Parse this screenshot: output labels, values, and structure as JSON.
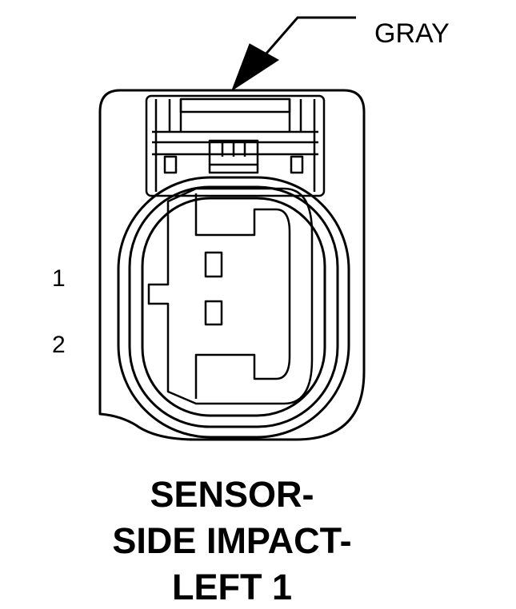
{
  "connector": {
    "color_label": "GRAY",
    "pins": [
      {
        "label": "1"
      },
      {
        "label": "2"
      }
    ]
  },
  "title": {
    "lines": [
      "SENSOR-",
      "SIDE IMPACT-",
      "LEFT 1"
    ]
  },
  "colors": {
    "ink": "#000000",
    "paper": "#ffffff"
  }
}
